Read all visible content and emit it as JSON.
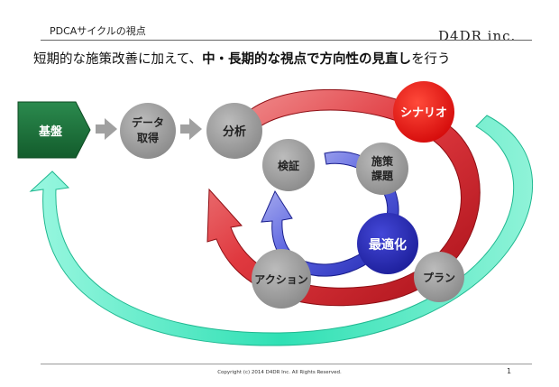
{
  "header": {
    "title": "PDCAサイクルの視点",
    "brand": "D4DR inc."
  },
  "subtitle": {
    "pre": "短期的な施策改善に加えて、",
    "bold": "中・長期的な視点で方向性の見直し",
    "post": "を行う"
  },
  "diagram": {
    "foundation": "基盤",
    "data_acquisition": [
      "データ",
      "取得"
    ],
    "analysis": "分析",
    "scenario": "シナリオ",
    "verification": "検証",
    "measures": [
      "施策",
      "課題"
    ],
    "optimization": "最適化",
    "action": "アクション",
    "plan": "プラン"
  },
  "colors": {
    "teal_arrow": "#2fe0b4",
    "red_arrow": "#d0222a",
    "blue_arrow": "#2233cc",
    "foundation": "#1c6e3a",
    "scenario": "#ee1111",
    "optimization": "#2a2cb8",
    "node_gray": "#9a9a9a"
  },
  "footer": {
    "copyright": "Copyright (c) 2014 D4DR Inc. All Rights Reserved.",
    "page_number": "1"
  }
}
